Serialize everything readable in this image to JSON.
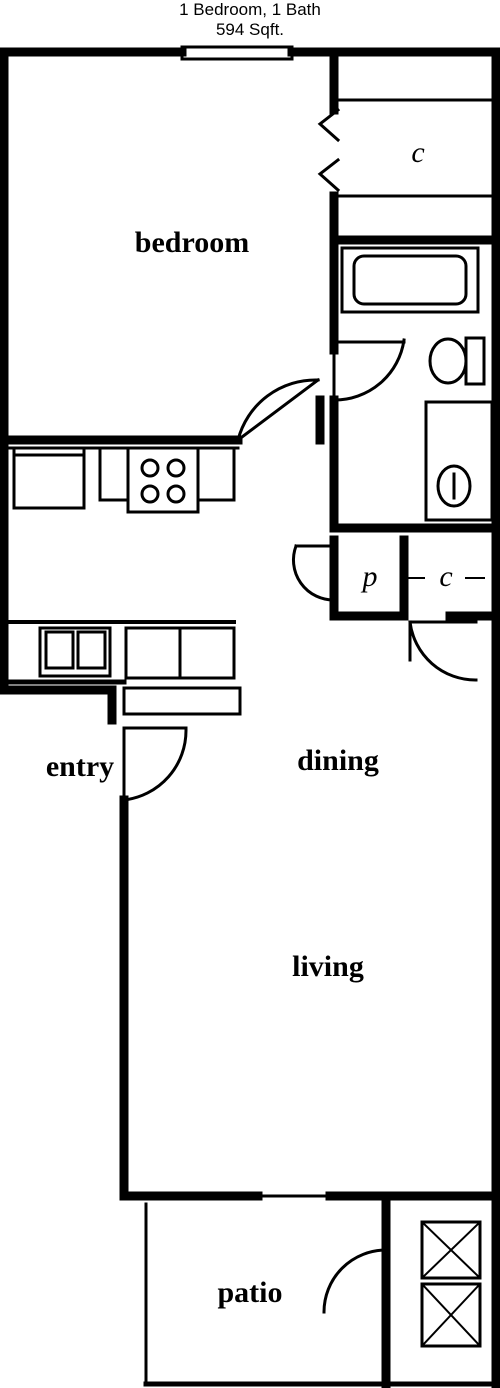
{
  "header": {
    "title": "1 Bedroom, 1 Bath",
    "area": "594 Sqft."
  },
  "rooms": {
    "bedroom": "bedroom",
    "entry": "entry",
    "dining": "dining",
    "living": "living",
    "patio": "patio",
    "closet_top": "c",
    "pantry": "p",
    "closet_mid": "c"
  }
}
